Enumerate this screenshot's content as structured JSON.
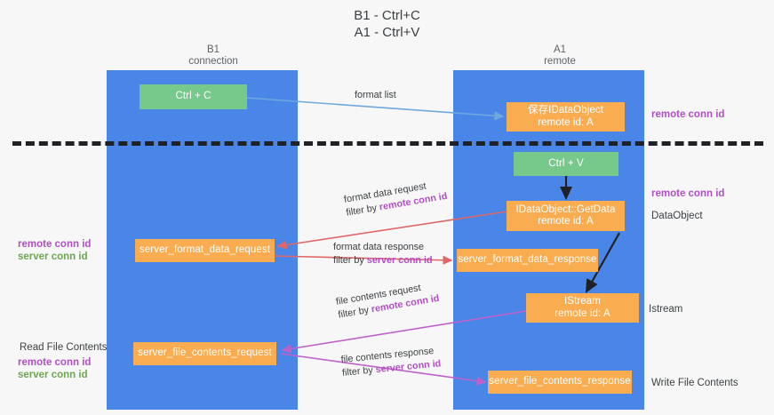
{
  "diagram": {
    "title": "B1 - Ctrl+C\nA1 - Ctrl+V",
    "colors": {
      "lane": "#4a86e8",
      "node_green": "#76c88b",
      "node_orange": "#f9ac50",
      "remote_conn_id": "#b04fc4",
      "server_conn_id": "#6aa84f",
      "arrow_format_list": "#6fa8dc",
      "arrow_format_data": "#e06666",
      "arrow_file_contents": "#c061cb",
      "arrow_local": "#202124",
      "divider": "#202124",
      "background": "#f7f7f7"
    },
    "columns": [
      {
        "name": "B1",
        "role": "connection",
        "label": "B1\nconnection"
      },
      {
        "name": "A1",
        "role": "remote",
        "label": "A1\nremote"
      }
    ],
    "nodes": [
      {
        "id": "ctrl-c",
        "label": "Ctrl + C",
        "kind": "green",
        "lane": "B1"
      },
      {
        "id": "save-idataobject",
        "label": "保存IDataObject\nremote id: A",
        "kind": "orange",
        "lane": "A1"
      },
      {
        "id": "ctrl-v",
        "label": "Ctrl + V",
        "kind": "green",
        "lane": "A1"
      },
      {
        "id": "idataobject-getdata",
        "label": "IDataObject::GetData\nremote id: A",
        "kind": "orange",
        "lane": "A1"
      },
      {
        "id": "server-format-data-request",
        "label": "server_format_data_request",
        "kind": "orange",
        "lane": "B1"
      },
      {
        "id": "server-format-data-response",
        "label": "server_format_data_response",
        "kind": "orange",
        "lane": "A1"
      },
      {
        "id": "istream",
        "label": "IStream\nremote id: A",
        "kind": "orange",
        "lane": "A1"
      },
      {
        "id": "server-file-contents-request",
        "label": "server_file_contents_request",
        "kind": "orange",
        "lane": "B1"
      },
      {
        "id": "server-file-contents-response",
        "label": "server_file_contents_response",
        "kind": "orange",
        "lane": "A1"
      }
    ],
    "edge_labels": [
      {
        "id": "format-list",
        "line1": "format list",
        "line2_prefix": "",
        "line2_tag": ""
      },
      {
        "id": "format-data-request",
        "line1": "format data request",
        "line2_prefix": "filter by ",
        "line2_tag": "remote conn id"
      },
      {
        "id": "format-data-response",
        "line1": "format data response",
        "line2_prefix": "filter by ",
        "line2_tag": "server conn id"
      },
      {
        "id": "file-contents-request",
        "line1": "file contents request",
        "line2_prefix": "filter by ",
        "line2_tag": "remote conn id"
      },
      {
        "id": "file-contents-response",
        "line1": "file contents response",
        "line2_prefix": "filter by ",
        "line2_tag": "server conn id"
      }
    ],
    "right_annotations": [
      {
        "id": "right-remote-conn-id-1",
        "text": "remote conn id",
        "style": "remote"
      },
      {
        "id": "right-remote-conn-id-2",
        "text": "remote conn id",
        "style": "remote"
      },
      {
        "id": "right-dataobject",
        "text": "DataObject",
        "style": "plain"
      },
      {
        "id": "right-istream",
        "text": "Istream",
        "style": "plain"
      },
      {
        "id": "right-write-file",
        "text": "Write File Contents",
        "style": "plain"
      }
    ],
    "left_annotations": [
      {
        "id": "left-remote-conn-id",
        "text": "remote conn id",
        "style": "remote"
      },
      {
        "id": "left-server-conn-id",
        "text": "server conn id",
        "style": "server"
      },
      {
        "id": "left-read-file",
        "text": "Read File Contents",
        "style": "plain"
      },
      {
        "id": "left-remote-conn-id-2",
        "text": "remote conn id",
        "style": "remote"
      },
      {
        "id": "left-server-conn-id-2",
        "text": "server conn id",
        "style": "server"
      }
    ]
  }
}
